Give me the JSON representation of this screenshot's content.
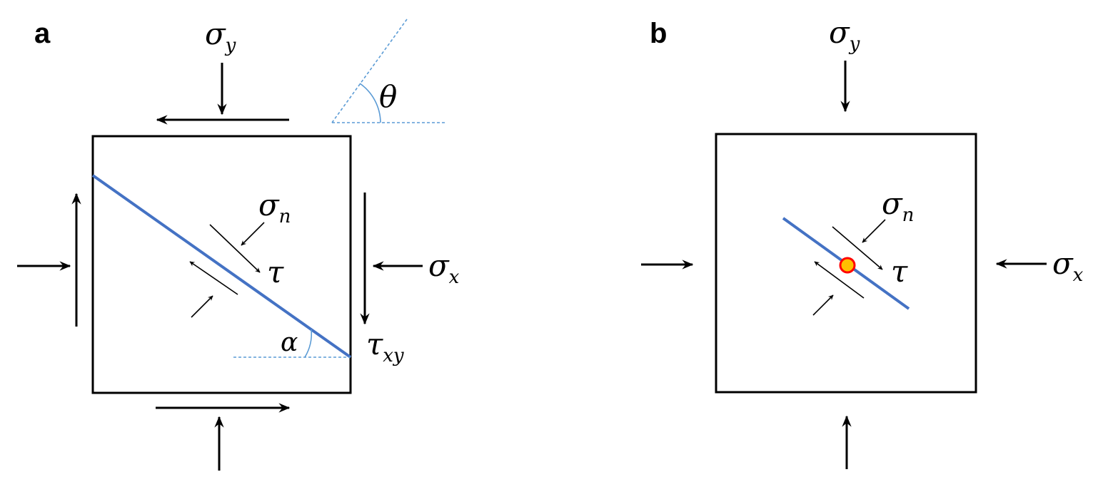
{
  "panels": {
    "a": {
      "label": "a",
      "sigma_y": {
        "base": "σ",
        "sub": "y"
      },
      "sigma_x": {
        "base": "σ",
        "sub": "x"
      },
      "tau_xy": {
        "base": "τ",
        "sub": "xy"
      },
      "sigma_n": {
        "base": "σ",
        "sub": "n"
      },
      "tau": "τ",
      "alpha": "α",
      "theta": "θ"
    },
    "b": {
      "label": "b",
      "sigma_y": {
        "base": "σ",
        "sub": "y"
      },
      "sigma_x": {
        "base": "σ",
        "sub": "x"
      },
      "sigma_n": {
        "base": "σ",
        "sub": "n"
      },
      "tau": "τ"
    }
  },
  "colors": {
    "fault_line": "#4472C4",
    "reference_dashed": "#5B9BD5",
    "point_fill": "#FFC000",
    "point_stroke": "#FF0000"
  }
}
